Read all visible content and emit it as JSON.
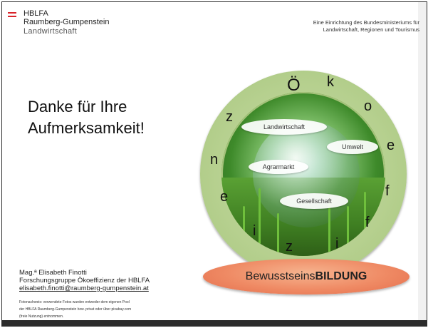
{
  "logo": {
    "line1": "HBLFA",
    "line2": "Raumberg-Gumpenstein",
    "line3": "Landwirtschaft",
    "accent": "#d9252b"
  },
  "ministry": {
    "line1": "Eine Einrichtung des Bundesministeriums für",
    "line2": "Landwirtschaft, Regionen und Tourismus"
  },
  "title": {
    "line1": "Danke für Ihre",
    "line2": "Aufmerksamkeit!"
  },
  "contact": {
    "name": "Mag.ª Elisabeth Finotti",
    "group": "Forschungsgruppe Ökoeffizienz der HBLFA",
    "email": "elisabeth.finotti@raumberg-gumpenstein.at"
  },
  "credit": {
    "line1": "Fotonachweis: verwendete Fotos wurden entweder dem eigenen Pool",
    "line2": "der HBLFA Raumberg-Gumpenstein bzw. privat oder über pixabay.com",
    "line3": "(freie Nutzung) entnommen."
  },
  "ring_letters": [
    "Ö",
    "k",
    "o",
    "e",
    "f",
    "f",
    "i",
    "z",
    "i",
    "e",
    "n",
    "z"
  ],
  "bubbles": [
    "Landwirtschaft",
    "Umwelt",
    "Agrarmarkt",
    "Gesellschaft"
  ],
  "banner": {
    "normal": "Bewusstseins",
    "bold": "BILDUNG"
  },
  "colors": {
    "ring": "#b6d08f",
    "banner": "#ef8a64",
    "frame": "#2b2b2b"
  }
}
